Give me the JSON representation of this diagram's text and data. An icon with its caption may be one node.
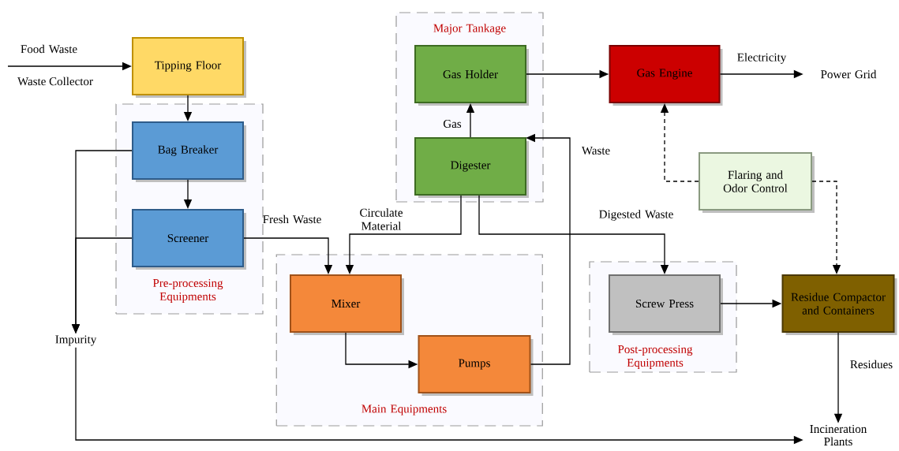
{
  "diagram": {
    "nodes": [
      {
        "text": [
          "Pre-processing Equipments"
        ]
      },
      {
        "text": [
          "Tipping Floor"
        ]
      },
      {
        "text": [
          "Bag Breaker"
        ],
        "in": 0
      },
      {
        "text": [
          "Screener"
        ],
        "in": 0
      },
      {
        "text": [
          "Impurity"
        ]
      },
      {
        "text": [
          "Major Tankage"
        ]
      },
      {
        "text": [
          "Gas Holder"
        ],
        "in": 5
      },
      {
        "text": [
          "Digester"
        ],
        "in": 5
      },
      {
        "text": [
          "Main Equipments"
        ]
      },
      {
        "text": [
          "Mixer"
        ],
        "in": 8
      },
      {
        "text": [
          "Pumps"
        ],
        "in": 8
      },
      {
        "text": [
          "Gas Engine"
        ]
      },
      {
        "text": [
          "Power Grid"
        ]
      },
      {
        "text": [
          "Flaring and Odor Control"
        ]
      },
      {
        "text": [
          "Post-processing Equipments"
        ]
      },
      {
        "text": [
          "Screw Press"
        ],
        "in": 14
      },
      {
        "text": [
          "Residue Compactor and Containers"
        ]
      },
      {
        "text": [
          "Incineration Plants"
        ]
      }
    ],
    "edges": [
      {
        "from": null,
        "to": 1,
        "arrow": "to",
        "label": "Food Waste"
      },
      {
        "from": 1,
        "to": 2,
        "arrow": "to"
      },
      {
        "from": 2,
        "to": 3,
        "arrow": "to"
      },
      {
        "from": 2,
        "to": 4,
        "arrow": "to"
      },
      {
        "from": 3,
        "to": 4,
        "arrow": "to"
      },
      {
        "from": 3,
        "to": 9,
        "arrow": "to",
        "label": "Fresh Waste"
      },
      {
        "from": 7,
        "to": 9,
        "arrow": "to",
        "label": "Circulate Material"
      },
      {
        "from": 7,
        "to": 6,
        "arrow": "to",
        "label": "Gas"
      },
      {
        "from": 9,
        "to": 10,
        "arrow": "to"
      },
      {
        "from": 10,
        "to": 7,
        "arrow": "to",
        "label": "Waste"
      },
      {
        "from": 6,
        "to": 11,
        "arrow": "to"
      },
      {
        "from": 11,
        "to": 12,
        "arrow": "to",
        "label": "Electricity"
      },
      {
        "from": 7,
        "to": 15,
        "arrow": "to",
        "label": "Digested Waste"
      },
      {
        "from": 13,
        "to": 11,
        "arrow": "to",
        "style": "dashed"
      },
      {
        "from": 13,
        "to": 16,
        "arrow": "to",
        "style": "dashed"
      },
      {
        "from": 15,
        "to": 16,
        "arrow": "to"
      },
      {
        "from": 16,
        "to": 17,
        "arrow": "to",
        "label": "Residues"
      },
      {
        "from": 4,
        "to": 17,
        "arrow": "to"
      }
    ],
    "labels": [
      "Waste Collector"
    ]
  }
}
